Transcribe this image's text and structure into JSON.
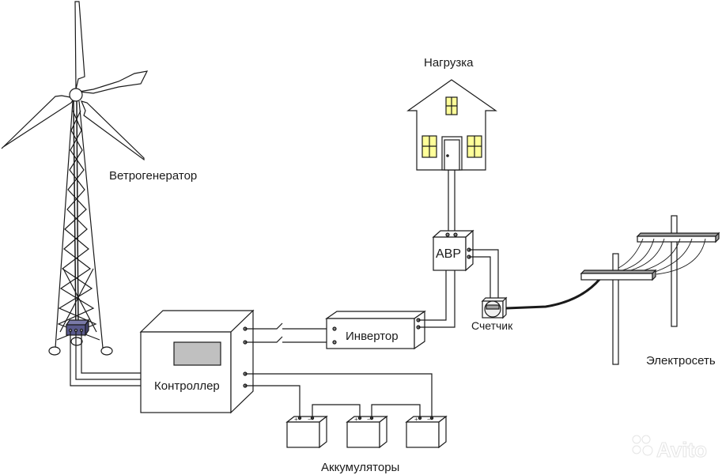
{
  "labels": {
    "wind_generator": "Ветрогенератор",
    "load": "Нагрузка",
    "ats": "АВР",
    "meter": "Счетчик",
    "grid": "Электросеть",
    "inverter": "Инвертор",
    "controller": "Контроллер",
    "batteries": "Аккумуляторы"
  },
  "battery_terminals": {
    "plus": "+",
    "minus": "−"
  },
  "watermark": "Avito",
  "colors": {
    "line": "#1a1a1a",
    "window_fill": "#ffff99",
    "display_fill": "#c0c0c0",
    "generator_box": "#5a5a8c",
    "beam_shade": "#a0a0a0"
  }
}
